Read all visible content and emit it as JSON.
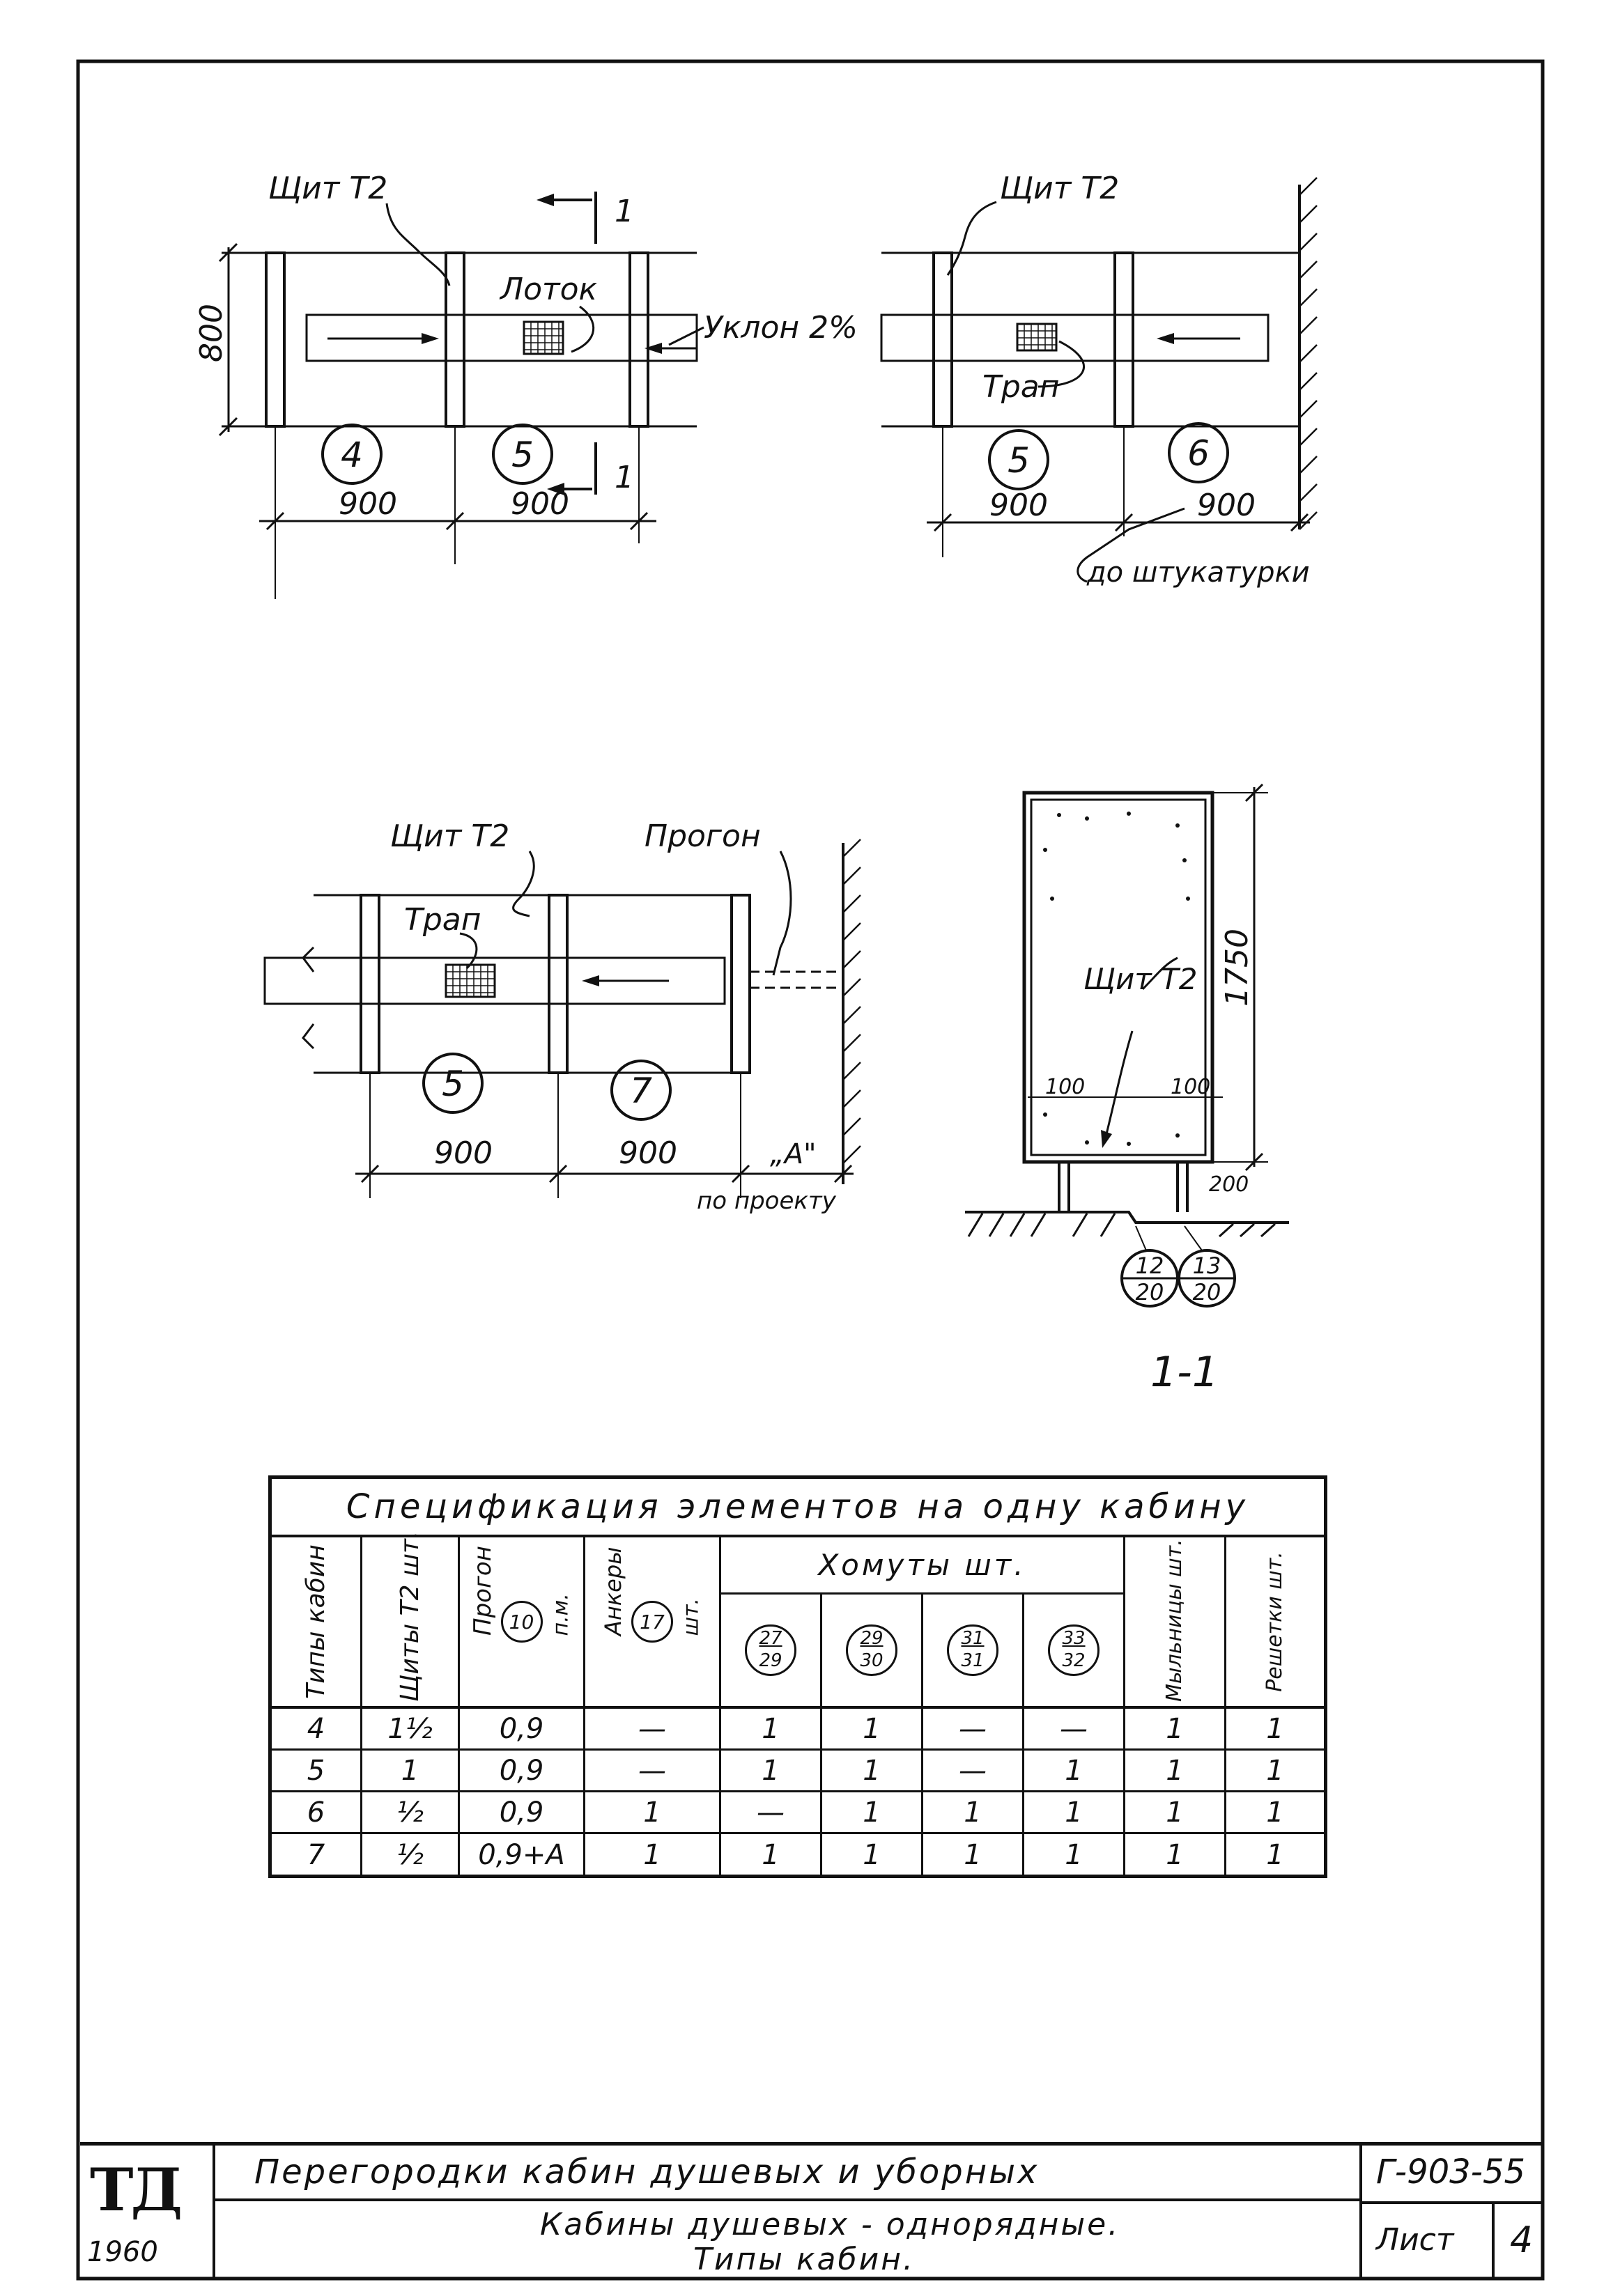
{
  "drawing1": {
    "label_shield": "Щит Т2",
    "label_tray": "Лоток",
    "label_slope": "Уклон 2%",
    "section_mark": "1",
    "dim_height": "800",
    "cabins": [
      "4",
      "5"
    ],
    "dims": [
      "900",
      "900"
    ]
  },
  "drawing2": {
    "label_shield": "Щит Т2",
    "label_drain": "Трап",
    "cabins": [
      "5",
      "6"
    ],
    "dims": [
      "900",
      "900"
    ],
    "note_plaster": "до штукатурки"
  },
  "drawing3": {
    "label_shield": "Щит Т2",
    "label_purlin": "Прогон",
    "label_drain": "Трап",
    "cabins": [
      "5",
      "7"
    ],
    "dims": [
      "900",
      "900"
    ],
    "label_a": "„А\"",
    "note_project": "по проекту"
  },
  "section": {
    "dim_height": "1750",
    "label_shield": "Щит Т2",
    "dim_left": "100",
    "dim_right": "100",
    "dim_bottom": "200",
    "ref1_top": "12",
    "ref1_bottom": "20",
    "ref2_top": "13",
    "ref2_bottom": "20",
    "caption": "1-1"
  },
  "spec": {
    "title": "Спецификация элементов на одну кабину",
    "headers": {
      "types": "Типы кабин",
      "shields": "Щиты Т2 шт.",
      "purlin": "Прогон",
      "purlin_ref": "10",
      "purlin_unit": "п.м.",
      "anchors": "Анкеры",
      "anchors_ref": "17",
      "anchors_unit": "шт.",
      "clamps": "Хомуты шт.",
      "soap": "Мыльницы шт.",
      "grille": "Решетки шт."
    },
    "clamp_refs": [
      {
        "top": "27",
        "bottom": "29"
      },
      {
        "top": "29",
        "bottom": "30"
      },
      {
        "top": "31",
        "bottom": "31"
      },
      {
        "top": "33",
        "bottom": "32"
      }
    ],
    "rows": [
      [
        "4",
        "1½",
        "0,9",
        "—",
        "1",
        "1",
        "—",
        "—",
        "1",
        "1"
      ],
      [
        "5",
        "1",
        "0,9",
        "—",
        "1",
        "1",
        "—",
        "1",
        "1",
        "1"
      ],
      [
        "6",
        "½",
        "0,9",
        "1",
        "—",
        "1",
        "1",
        "1",
        "1",
        "1"
      ],
      [
        "7",
        "½",
        "0,9+А",
        "1",
        "1",
        "1",
        "1",
        "1",
        "1",
        "1"
      ]
    ]
  },
  "titleblock": {
    "logo": "ТД",
    "year": "1960",
    "title1": "Перегородки кабин душевых и уборных",
    "title2": "Кабины душевых - однорядные.",
    "title3": "Типы кабин.",
    "code": "Г-903-55",
    "sheet_label": "Лист",
    "sheet_no": "4"
  }
}
